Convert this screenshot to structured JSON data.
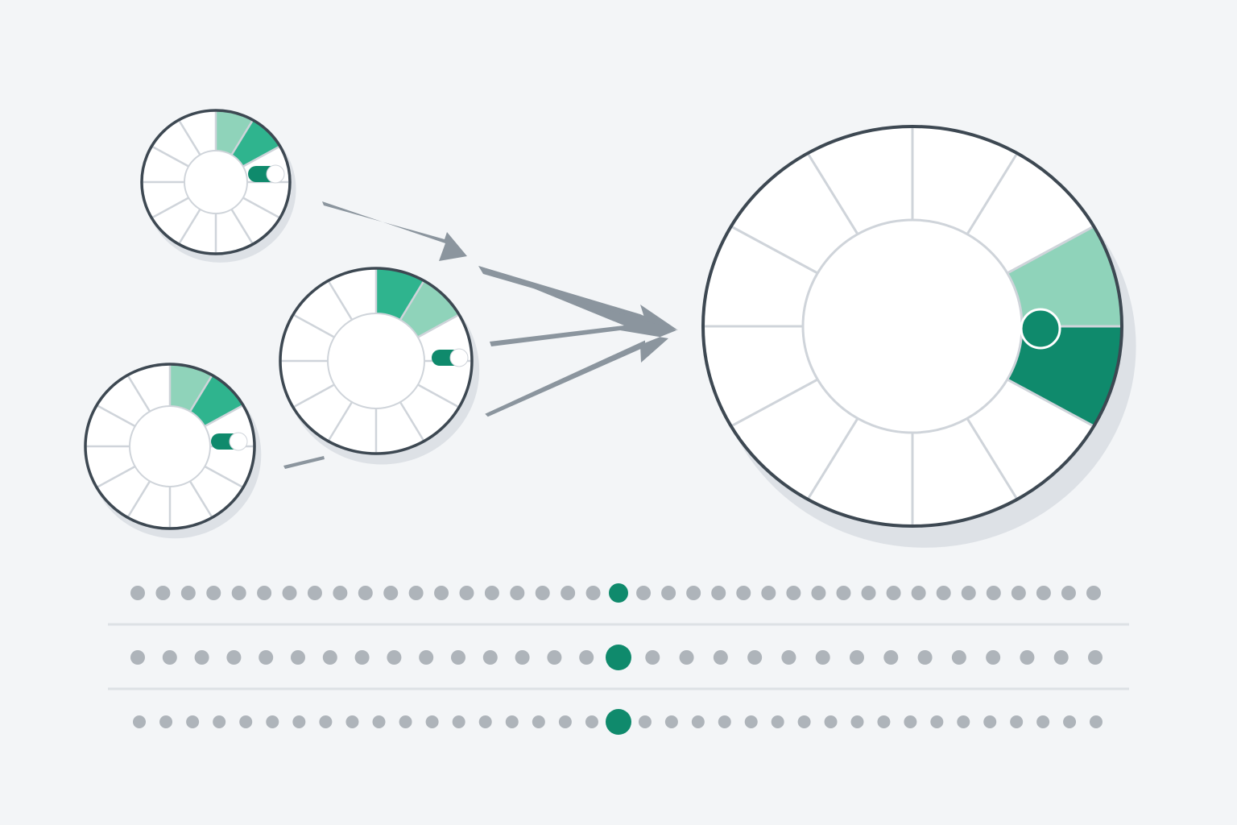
{
  "colors": {
    "background": "#f3f5f7",
    "outline": "#3d4852",
    "divider": "#cfd4da",
    "face": "#ffffff",
    "accent_dark": "#0f8a6c",
    "accent_mid": "#2fb48e",
    "accent_light": "#8fd3ba",
    "dot": "#aeb4ba",
    "dot_active": "#0f8a6c",
    "arrow": "#8b959e",
    "shadow": "#dde1e6",
    "rule": "#dde1e5"
  },
  "icons": {
    "dial": "segmented-ring-dial-icon",
    "knob": "toggle-knob-icon",
    "arrow": "merge-arrow-icon"
  },
  "dials": [
    {
      "id": "small-dial-top",
      "segments": 12,
      "highlight_segments": [
        0,
        1
      ],
      "knob": "toggle"
    },
    {
      "id": "small-dial-middle",
      "segments": 12,
      "highlight_segments": [
        0,
        1
      ],
      "knob": "toggle"
    },
    {
      "id": "small-dial-bottom",
      "segments": 12,
      "highlight_segments": [
        0,
        1
      ],
      "knob": "toggle"
    },
    {
      "id": "large-dial",
      "segments": 12,
      "highlight_segments": [
        2,
        3
      ],
      "knob": "dot"
    }
  ],
  "timeline_rows": [
    {
      "dot_count": 39,
      "active_index": 19
    },
    {
      "dot_count": 30,
      "active_index": 15
    },
    {
      "dot_count": 37,
      "active_index": 18
    }
  ]
}
